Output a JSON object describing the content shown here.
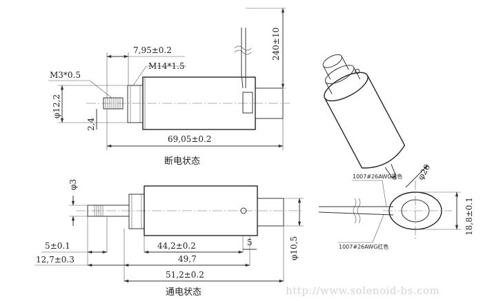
{
  "top_view": {
    "dim_stroke_offset": "7,95±0.2",
    "dim_thread": "M14*1.5",
    "dim_shaft_thread": "M3*0.5",
    "dim_diameter": "φ12,2",
    "dim_small": "2,4",
    "dim_total_length": "69,05±0.2",
    "dim_wire_length": "240±10",
    "caption": "断电状态"
  },
  "bottom_view": {
    "dim_shaft_diameter": "φ3",
    "dim_a": "5±0.1",
    "dim_b": "12,7±0.3",
    "dim_c": "44,2±0.2",
    "dim_d": "5",
    "dim_e": "49,7",
    "dim_f": "51,2±0.2",
    "dim_body_diameter": "φ10,5",
    "caption": "通电状态"
  },
  "side_view": {
    "wire_black": "1007#26AWG黑色",
    "wire_red": "1007#26AWG红色",
    "dim_outer_diameter": "φ20",
    "dim_height": "18,8±0.1"
  },
  "watermark": "http://www.solenoid-bs.com"
}
